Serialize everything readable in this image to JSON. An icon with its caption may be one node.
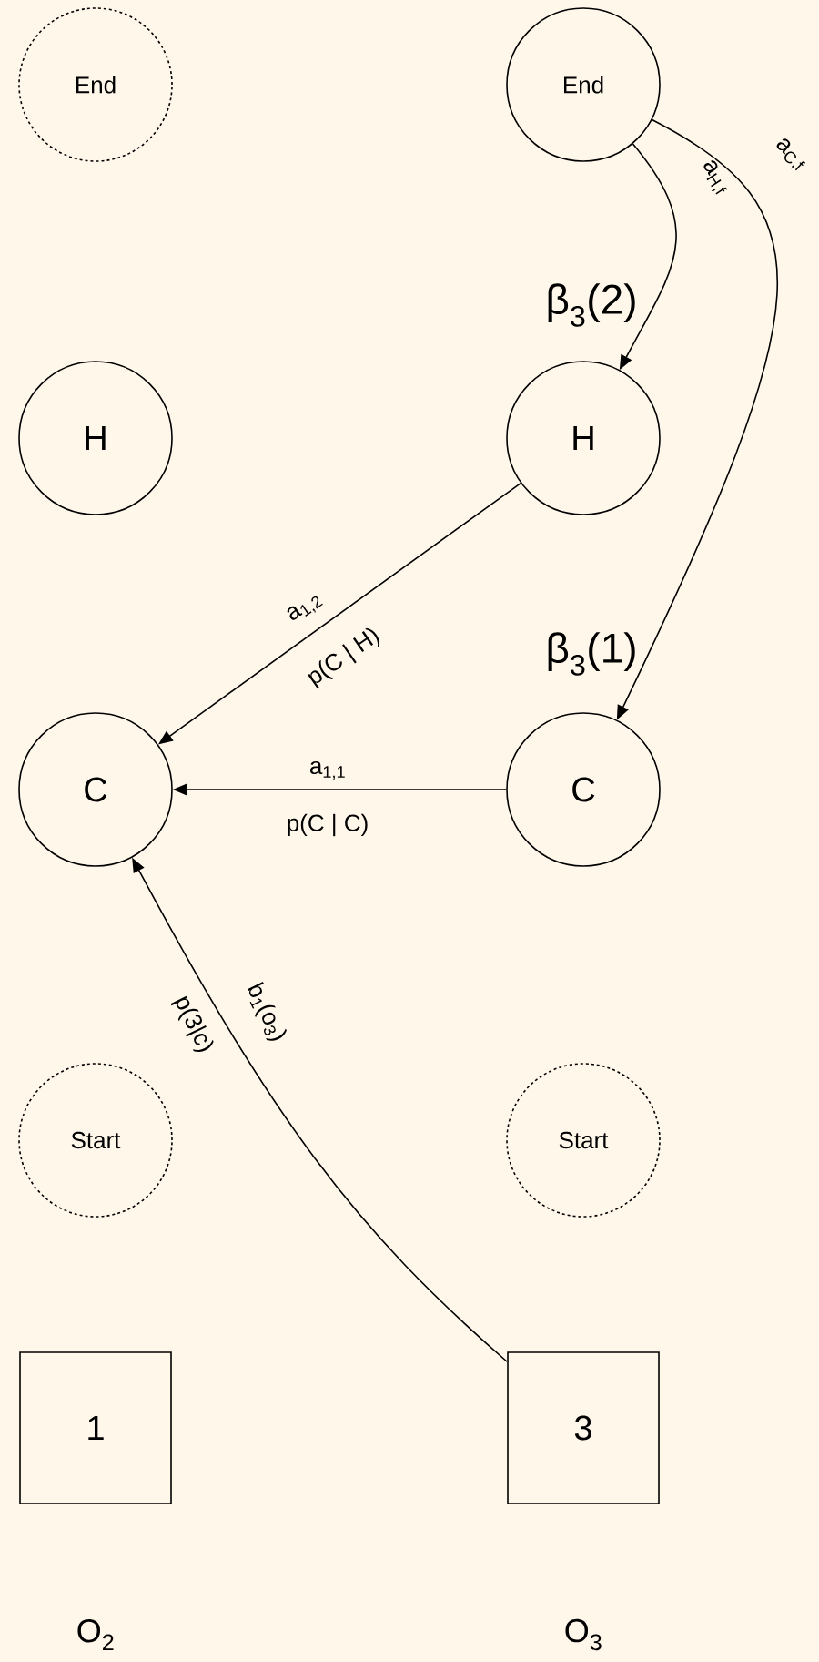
{
  "diagram": {
    "nodes": [
      {
        "text": [
          "End"
        ]
      },
      {
        "text": [
          "End"
        ]
      },
      {
        "text": [
          "H"
        ]
      },
      {
        "text": [
          "H"
        ],
        "beside": [
          "β$_{3}$(2)"
        ]
      },
      {
        "text": [
          "C"
        ]
      },
      {
        "text": [
          "C"
        ],
        "beside": [
          "β$_{3}$(1)"
        ]
      },
      {
        "text": [
          "Start"
        ]
      },
      {
        "text": [
          "Start"
        ]
      },
      {
        "text": [
          "1"
        ]
      },
      {
        "text": [
          "3"
        ]
      }
    ],
    "edges": [
      {
        "from": 1,
        "to": 3,
        "arrow": "to",
        "label": "a$_{H,f}$"
      },
      {
        "from": 1,
        "to": 5,
        "arrow": "to",
        "label": "a$_{C,f}$"
      },
      {
        "from": 3,
        "to": 4,
        "arrow": "to",
        "label": "a$_{1,2}$"
      },
      {
        "from": 5,
        "to": 4,
        "arrow": "to",
        "label": "a$_{1,1}$"
      },
      {
        "from": 9,
        "to": 4,
        "arrow": "to",
        "label": "b$_{1}$(o$_{3}$)"
      }
    ],
    "labels": [
      "p(C | H)",
      "p(C | C)",
      "p(3|c)",
      "O$_{2}$",
      "O$_{3}$"
    ]
  }
}
